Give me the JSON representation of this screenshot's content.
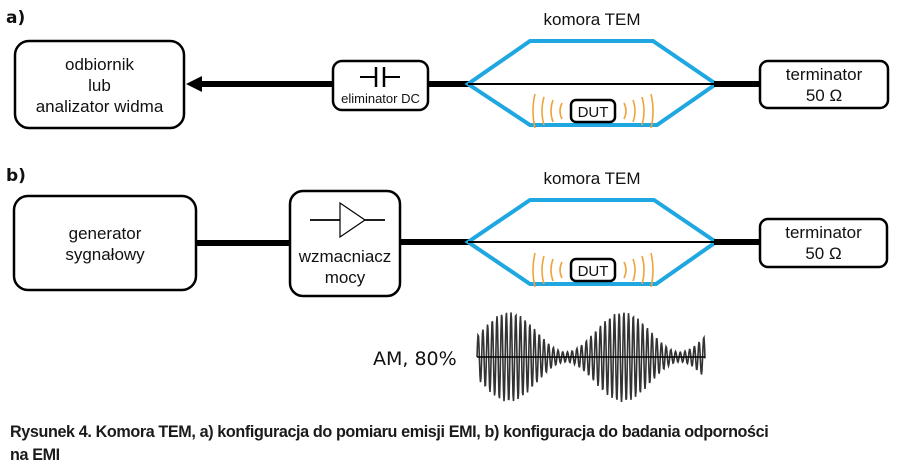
{
  "colors": {
    "chamber": "#1ea7e1",
    "waves": "#f0a33a",
    "line": "#000000"
  },
  "panel_a": {
    "label": "a)",
    "chamber_title": "komora TEM",
    "receiver": {
      "lines": [
        "odbiornik",
        "lub",
        "analizator widma"
      ]
    },
    "dc_blocker": {
      "label": "eliminator DC",
      "icon": "capacitor-icon"
    },
    "dut": {
      "label": "DUT"
    },
    "terminator": {
      "lines": [
        "terminator",
        "50 Ω"
      ]
    }
  },
  "panel_b": {
    "label": "b)",
    "chamber_title": "komora TEM",
    "generator": {
      "lines": [
        "generator",
        "sygnałowy"
      ]
    },
    "amplifier": {
      "lines": [
        "wzmacniacz",
        "mocy"
      ],
      "icon": "amplifier-triangle-icon"
    },
    "dut": {
      "label": "DUT"
    },
    "terminator": {
      "lines": [
        "terminator",
        "50 Ω"
      ]
    },
    "modulation": {
      "label": "AM, 80%",
      "depth": 0.8,
      "envelope_peaks": 2,
      "icon": "am-waveform-icon"
    }
  },
  "caption": {
    "line1": "Rysunek 4. Komora TEM, a) konfiguracja do pomiaru emisji EMI, b) konfiguracja do badania odporności",
    "line2": "na EMI"
  }
}
